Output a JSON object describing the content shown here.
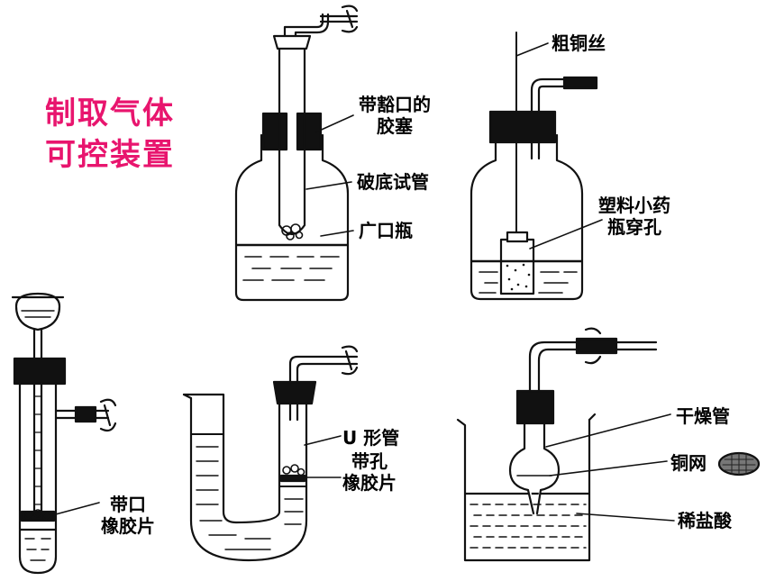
{
  "title": {
    "line1": "制取气体",
    "line2": "可控装置",
    "color": "#e8156e"
  },
  "apparatus_1": {
    "labels": {
      "stopper": "带豁口的\n胶塞",
      "tube": "破底试管",
      "bottle": "广口瓶"
    }
  },
  "apparatus_2": {
    "labels": {
      "wire": "粗铜丝",
      "bottle_pierced": "塑料小药\n瓶穿孔"
    }
  },
  "apparatus_3": {
    "labels": {
      "disc": "带口\n橡胶片"
    }
  },
  "apparatus_4": {
    "labels": {
      "tube": "U 形管",
      "disc": "带孔\n橡胶片"
    }
  },
  "apparatus_5": {
    "labels": {
      "drying_tube": "干燥管",
      "mesh": "铜网",
      "acid": "稀盐酸"
    }
  }
}
